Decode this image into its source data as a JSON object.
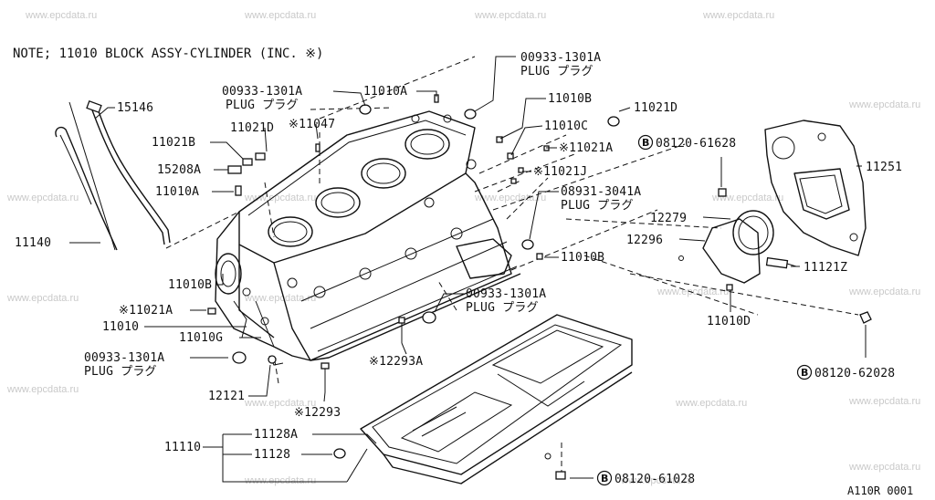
{
  "note": "NOTE; 11010 BLOCK ASSY-CYLINDER (INC. ※)",
  "diagram_code": "A110R 0001",
  "watermark": "www.epcdata.ru",
  "bolt_prefix": "B",
  "labels": {
    "p00933_top": "00933-1301A",
    "p00933_top_plug": "PLUG プラグ",
    "p00933_left": "00933-1301A",
    "p00933_left_plug": "PLUG プラグ",
    "p11010A_top": "11010A",
    "p11010B_top": "11010B",
    "p11021D_right": "11021D",
    "p11010C": "11010C",
    "p11021A_right": "※11021A",
    "p11021J": "※11021J",
    "p08931": "08931-3041A",
    "p08931_plug": "PLUG プラグ",
    "p11010B_right": "11010B",
    "p00933_mid": "00933-1301A",
    "p00933_mid_plug": "PLUG プラグ",
    "p12293A": "※12293A",
    "p12293": "※12293",
    "p15146": "15146",
    "p11021D_left": "11021D",
    "p11047": "※11047",
    "p11021B": "11021B",
    "p15208A": "15208A",
    "p11010A_left": "11010A",
    "p11140": "11140",
    "p11010B_left": "11010B",
    "p11021A_left": "※11021A",
    "p11010": "11010",
    "p11010G": "11010G",
    "p00933_bottom": "00933-1301A",
    "p00933_bottom_plug": "PLUG プラグ",
    "p12121": "12121",
    "p11110": "11110",
    "p11128A": "11128A",
    "p11128": "11128",
    "p08120_61628": "08120-61628",
    "p11251": "11251",
    "p12279": "12279",
    "p12296": "12296",
    "p11121Z": "11121Z",
    "p11010D": "11010D",
    "p08120_62028": "08120-62028",
    "p08120_61028": "08120-61028"
  }
}
